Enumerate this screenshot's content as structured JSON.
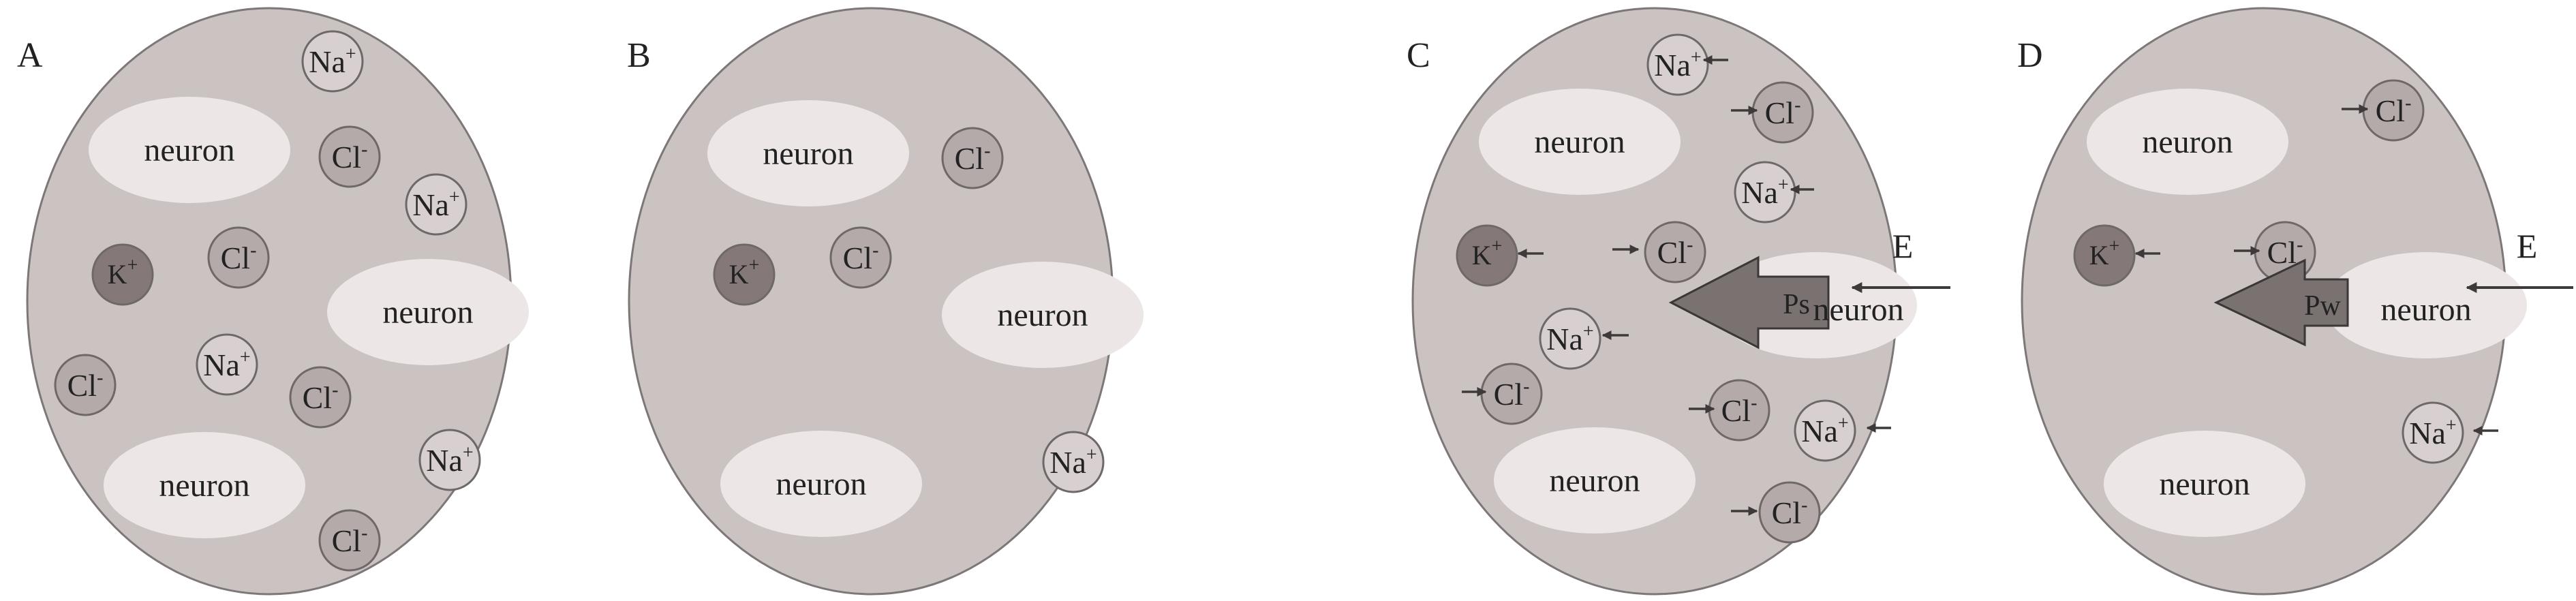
{
  "panels": [
    {
      "id": "a",
      "label": "A",
      "neurons": [
        {
          "id": "n1",
          "label": "neuron"
        },
        {
          "id": "n2",
          "label": "neuron"
        },
        {
          "id": "n3",
          "label": "neuron"
        }
      ],
      "ions": [
        {
          "id": "i1",
          "base": "Na",
          "sup": "+",
          "type": "na"
        },
        {
          "id": "i2",
          "base": "Cl",
          "sup": "-",
          "type": "cl"
        },
        {
          "id": "i3",
          "base": "Na",
          "sup": "+",
          "type": "na"
        },
        {
          "id": "i4",
          "base": "K",
          "sup": "+",
          "type": "k"
        },
        {
          "id": "i5",
          "base": "Cl",
          "sup": "-",
          "type": "cl"
        },
        {
          "id": "i6",
          "base": "Cl",
          "sup": "-",
          "type": "cl"
        },
        {
          "id": "i7",
          "base": "Na",
          "sup": "+",
          "type": "na"
        },
        {
          "id": "i8",
          "base": "Cl",
          "sup": "-",
          "type": "cl"
        },
        {
          "id": "i9",
          "base": "Na",
          "sup": "+",
          "type": "na"
        },
        {
          "id": "i10",
          "base": "Cl",
          "sup": "-",
          "type": "cl"
        }
      ]
    },
    {
      "id": "b",
      "label": "B",
      "neurons": [
        {
          "id": "n1",
          "label": "neuron"
        },
        {
          "id": "n2",
          "label": "neuron"
        },
        {
          "id": "n3",
          "label": "neuron"
        }
      ],
      "ions": [
        {
          "id": "i1",
          "base": "Cl",
          "sup": "-",
          "type": "cl"
        },
        {
          "id": "i2",
          "base": "K",
          "sup": "+",
          "type": "k"
        },
        {
          "id": "i3",
          "base": "Cl",
          "sup": "-",
          "type": "cl"
        },
        {
          "id": "i4",
          "base": "Na",
          "sup": "+",
          "type": "na"
        }
      ]
    },
    {
      "id": "c",
      "label": "C",
      "field_label": "E",
      "force_label": "Ps",
      "neurons": [
        {
          "id": "n1",
          "label": "neuron"
        },
        {
          "id": "n2",
          "label": "neuron"
        },
        {
          "id": "n3",
          "label": "neuron"
        }
      ],
      "ions": [
        {
          "id": "i1",
          "base": "Na",
          "sup": "+",
          "type": "na"
        },
        {
          "id": "i2",
          "base": "Cl",
          "sup": "-",
          "type": "cl"
        },
        {
          "id": "i3",
          "base": "Na",
          "sup": "+",
          "type": "na"
        },
        {
          "id": "i4",
          "base": "K",
          "sup": "+",
          "type": "k"
        },
        {
          "id": "i5",
          "base": "Cl",
          "sup": "-",
          "type": "cl"
        },
        {
          "id": "i6",
          "base": "Na",
          "sup": "+",
          "type": "na"
        },
        {
          "id": "i7",
          "base": "Cl",
          "sup": "-",
          "type": "cl"
        },
        {
          "id": "i8",
          "base": "Cl",
          "sup": "-",
          "type": "cl"
        },
        {
          "id": "i9",
          "base": "Na",
          "sup": "+",
          "type": "na"
        },
        {
          "id": "i10",
          "base": "Cl",
          "sup": "-",
          "type": "cl"
        }
      ]
    },
    {
      "id": "d",
      "label": "D",
      "field_label": "E",
      "force_label": "Pw",
      "neurons": [
        {
          "id": "n1",
          "label": "neuron"
        },
        {
          "id": "n2",
          "label": "neuron"
        },
        {
          "id": "n3",
          "label": "neuron"
        }
      ],
      "ions": [
        {
          "id": "i1",
          "base": "Cl",
          "sup": "-",
          "type": "cl"
        },
        {
          "id": "i2",
          "base": "K",
          "sup": "+",
          "type": "k"
        },
        {
          "id": "i3",
          "base": "Cl",
          "sup": "-",
          "type": "cl"
        },
        {
          "id": "i4",
          "base": "Na",
          "sup": "+",
          "type": "na"
        }
      ]
    }
  ],
  "colors": {
    "cell_fill": "#cbc2c2",
    "cell_stroke": "#7d7777",
    "neuron_fill": "#ece7e6",
    "na_fill": "#d8d0d0",
    "cl_fill": "#b4aaaa",
    "k_fill": "#847878",
    "ion_stroke": "#6f6868",
    "arrow_fill": "#7a7171",
    "arrow_stroke": "#3c3737",
    "small_arrow": "#3f3a3a"
  }
}
